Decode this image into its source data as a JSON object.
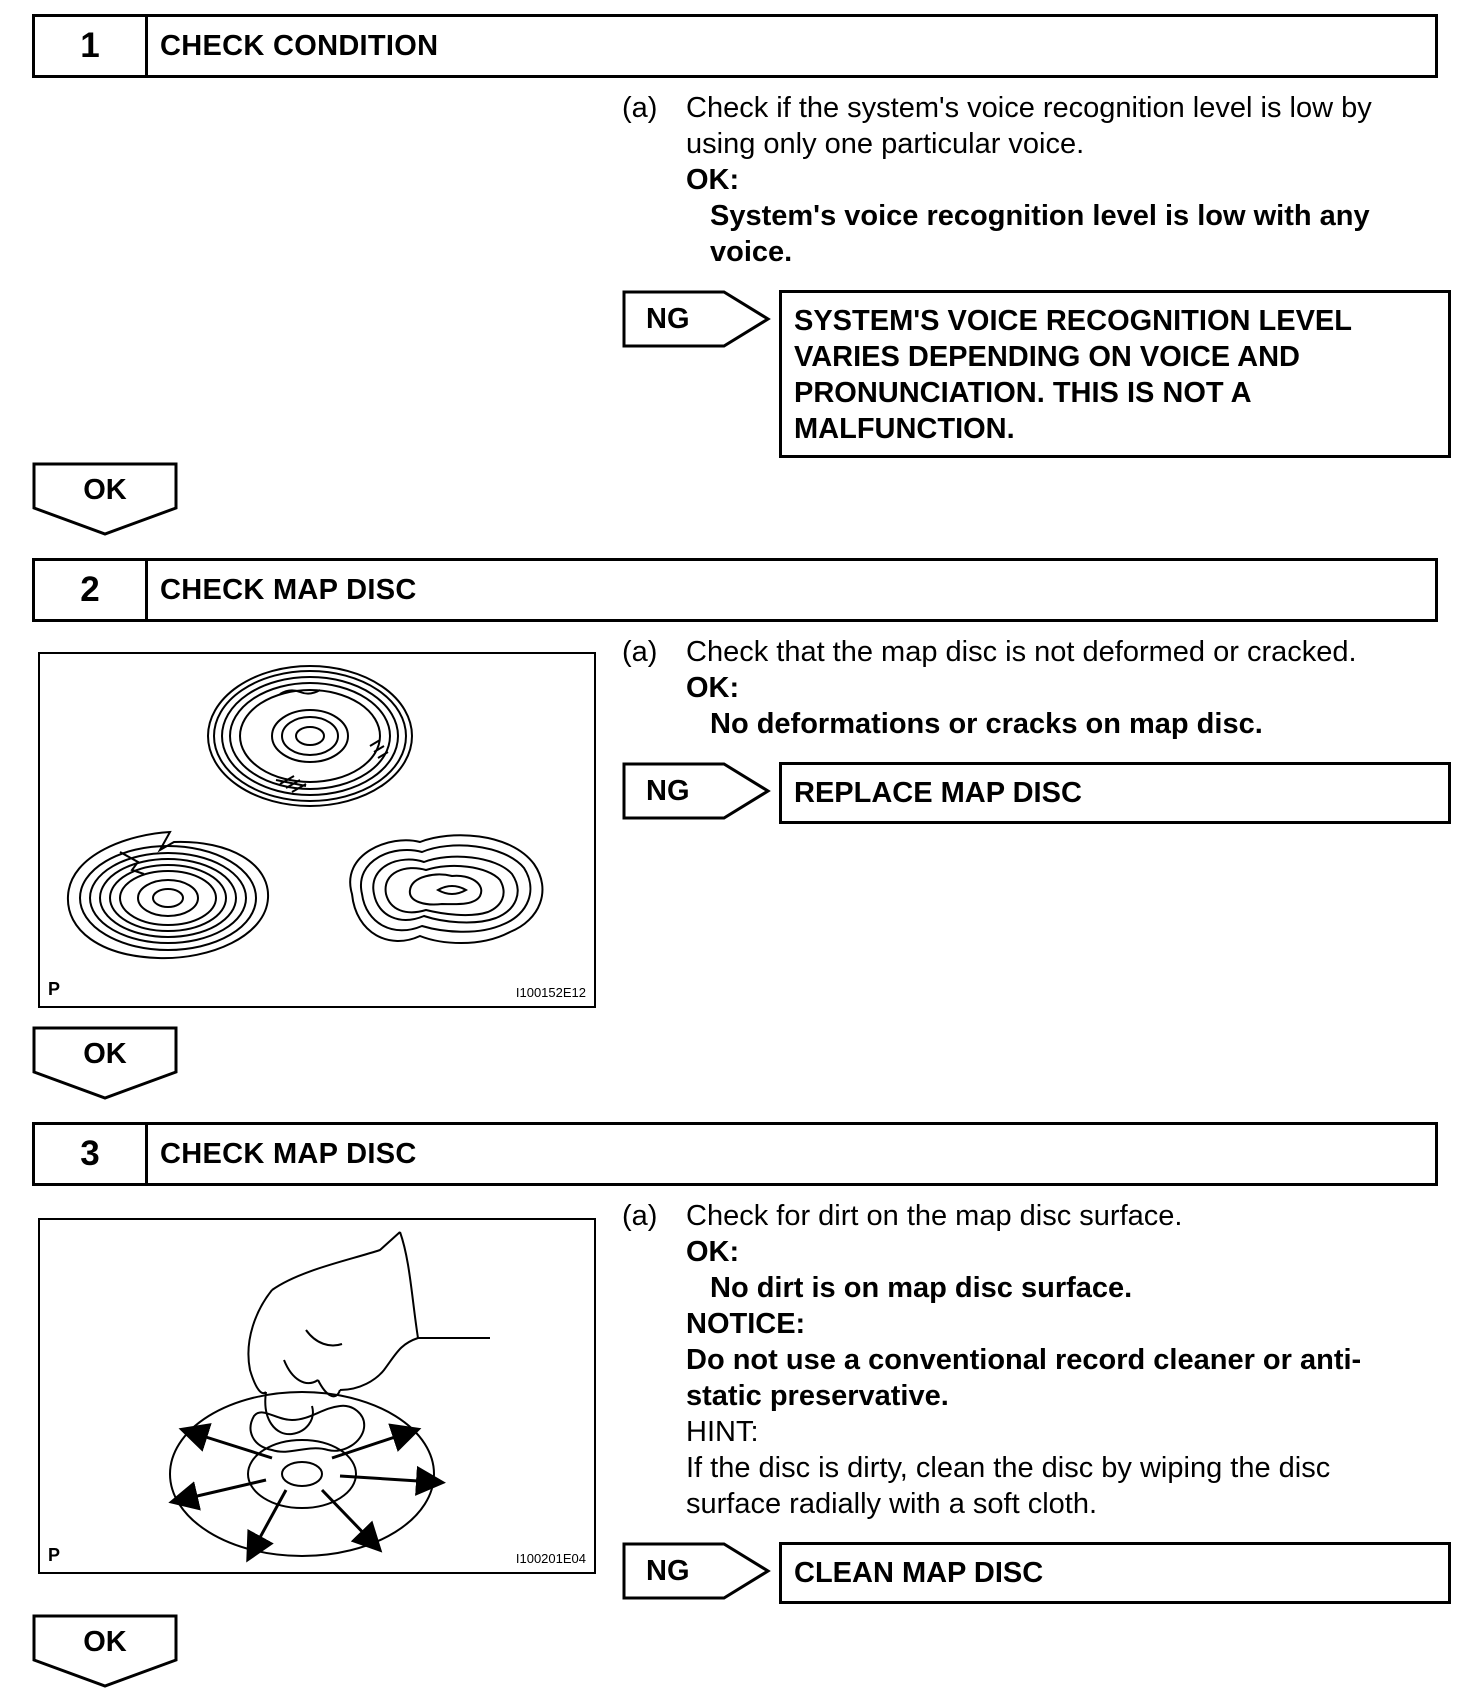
{
  "steps": [
    {
      "number": "1",
      "title": "CHECK CONDITION",
      "item_label": "(a)",
      "check_text": "Check if the system's voice recognition level is low by using only one particular voice.",
      "ok_head": "OK:",
      "ok_text": "System's voice recognition level is low with any voice.",
      "ng_label": "NG",
      "ng_result": "SYSTEM'S VOICE RECOGNITION LEVEL VARIES DEPENDING ON VOICE AND PRONUNCIATION. THIS IS NOT A MALFUNCTION.",
      "ok_arrow": "OK"
    },
    {
      "number": "2",
      "title": "CHECK MAP DISC",
      "item_label": "(a)",
      "check_text": "Check that the map disc is not deformed or cracked.",
      "ok_head": "OK:",
      "ok_text": "No deformations or cracks on map disc.",
      "ng_label": "NG",
      "ng_result": "REPLACE MAP DISC",
      "ok_arrow": "OK",
      "figure": {
        "mark": "P",
        "code": "I100152E12"
      }
    },
    {
      "number": "3",
      "title": "CHECK MAP DISC",
      "item_label": "(a)",
      "check_text": "Check for dirt on the map disc surface.",
      "ok_head": "OK:",
      "ok_text": "No dirt is on map disc surface.",
      "notice_head": "NOTICE:",
      "notice_text": "Do not use a conventional record cleaner or anti-static preservative.",
      "hint_head": "HINT:",
      "hint_text": "If the disc is dirty, clean the disc by wiping the disc surface radially with a soft cloth.",
      "ng_label": "NG",
      "ng_result": "CLEAN MAP DISC",
      "ok_arrow": "OK",
      "figure": {
        "mark": "P",
        "code": "I100201E04"
      }
    }
  ]
}
